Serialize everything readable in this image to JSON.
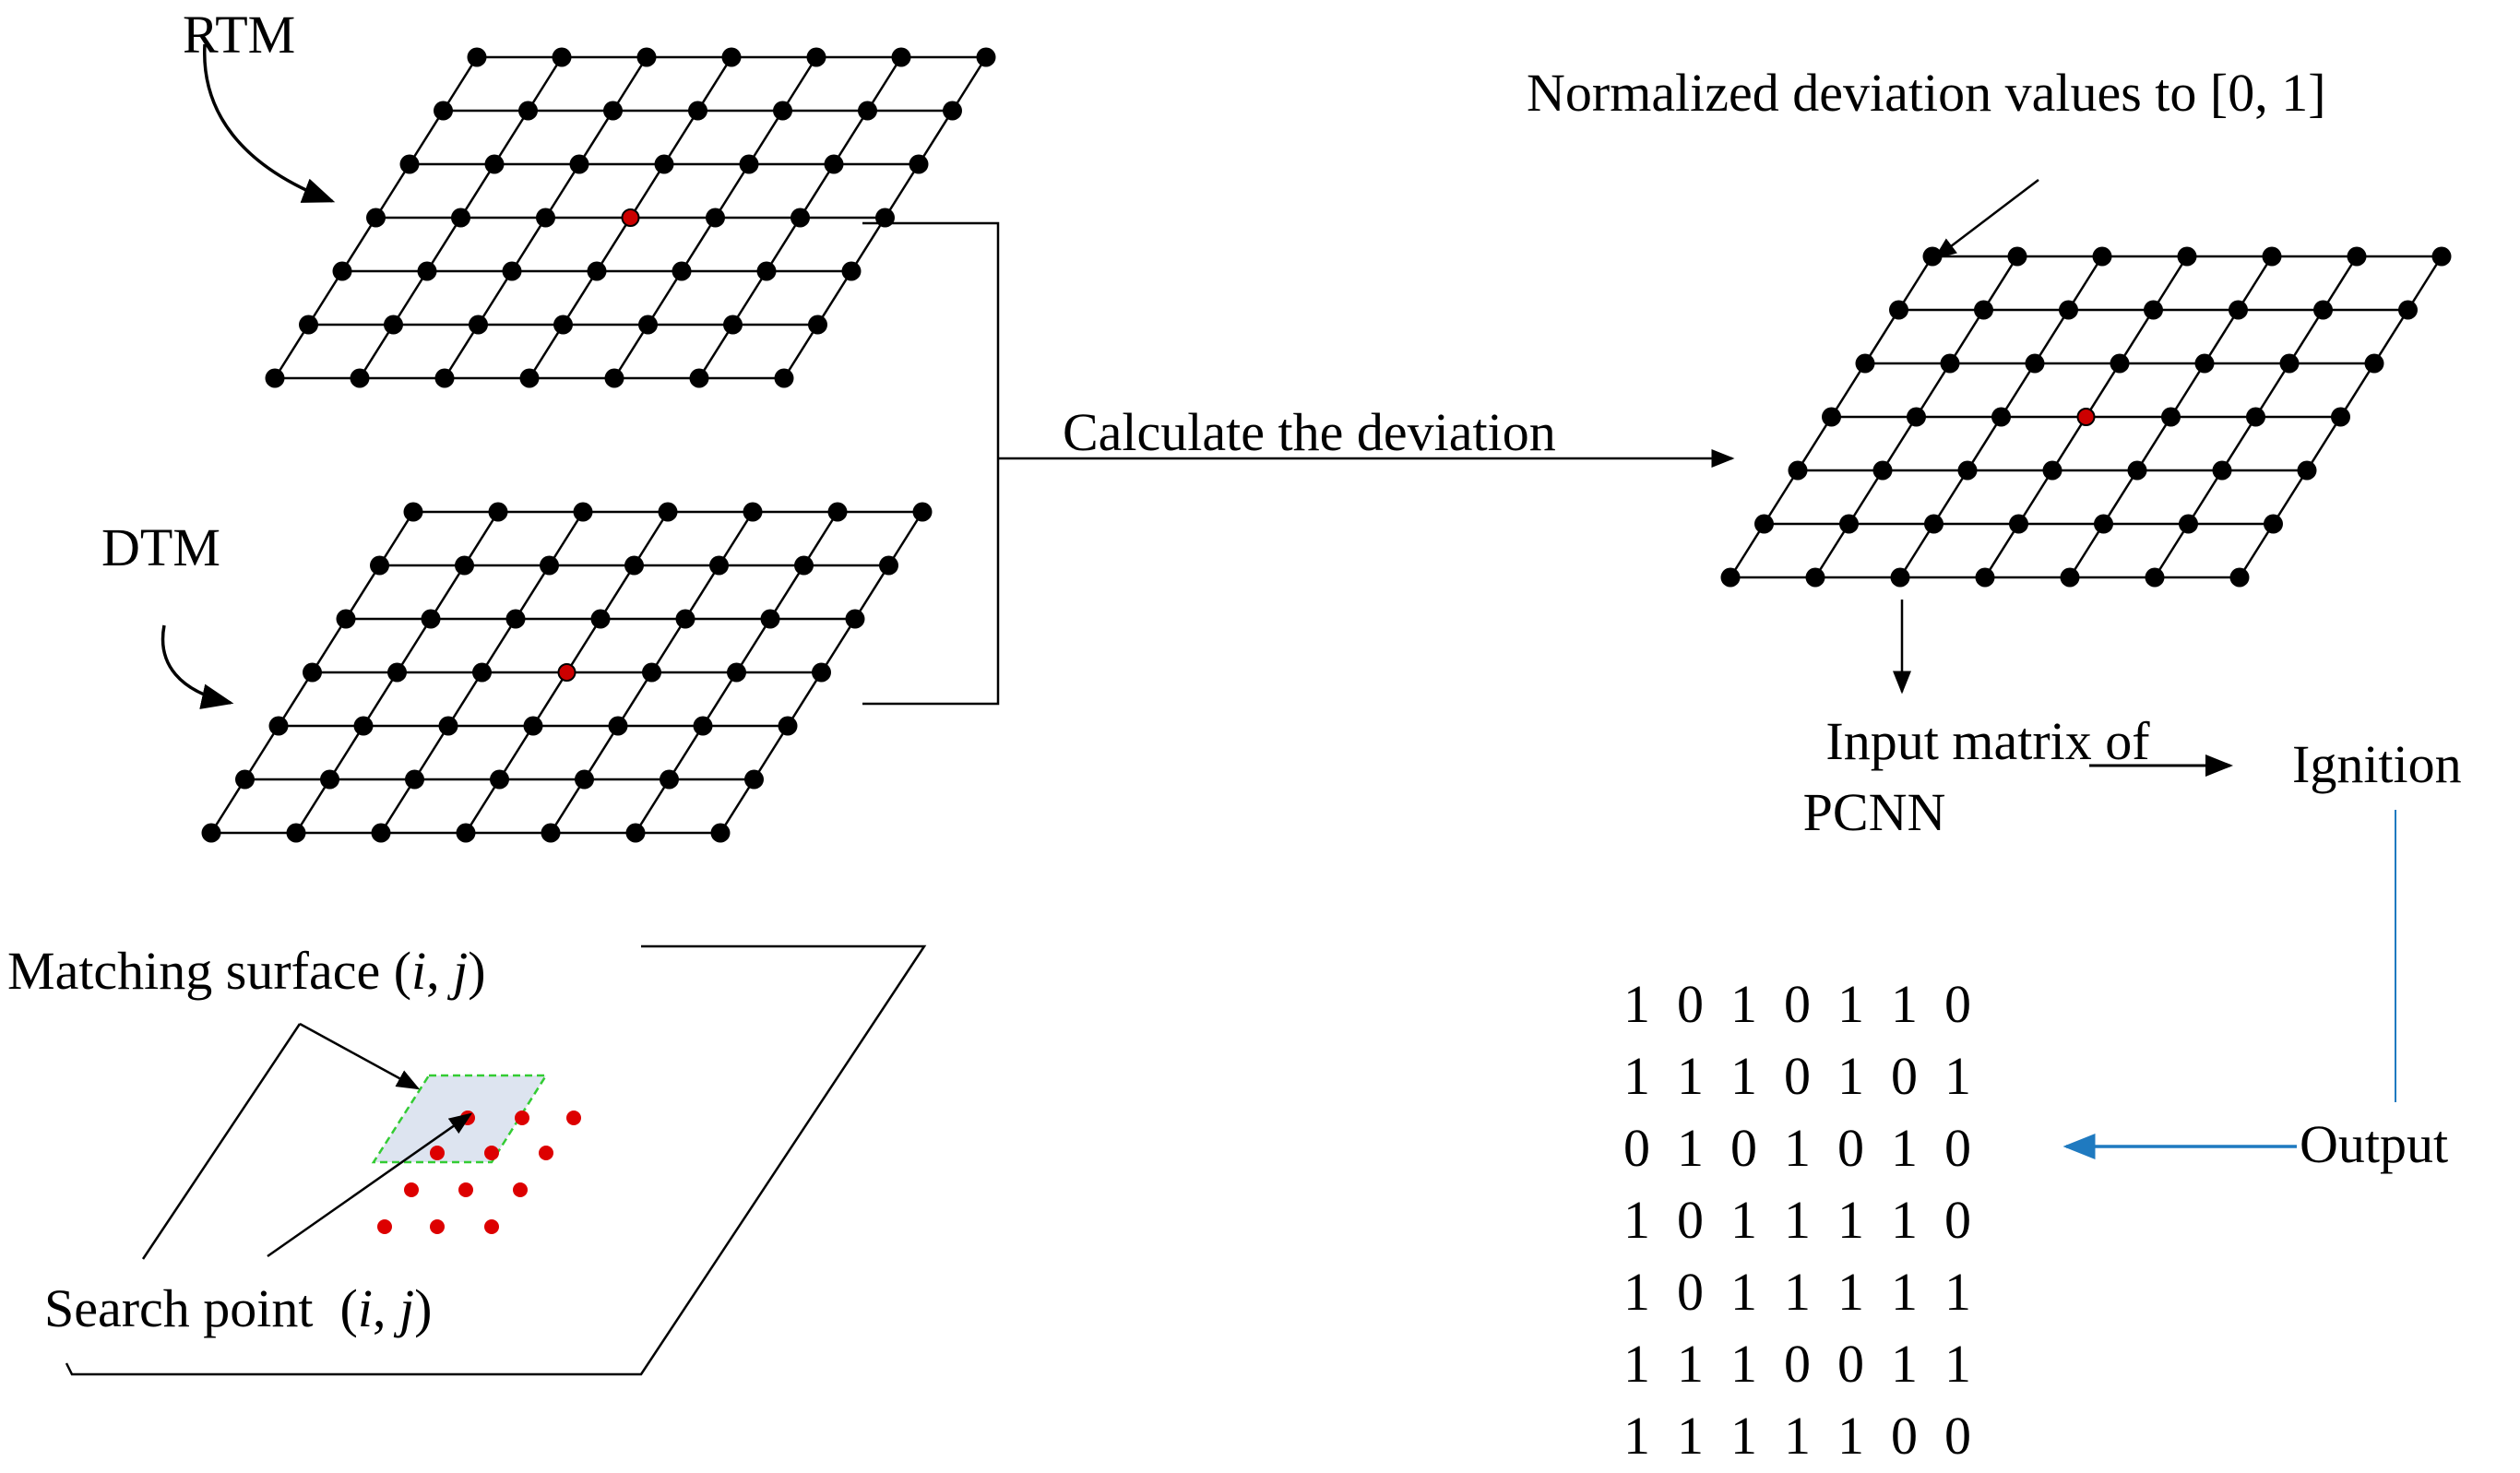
{
  "labels": {
    "rtm": "RTM",
    "dtm": "DTM",
    "calculate": "Calculate the deviation",
    "normalized": "Normalized deviation values to [0, 1]",
    "input_line1": "Input matrix of",
    "input_line2": "PCNN",
    "ignition": "Ignition",
    "output": "Output",
    "matching_text": "Matching surface (",
    "search_text": "Search point  (",
    "coord_i": "i",
    "coord_sep": ", ",
    "coord_j": "j",
    "coord_close": ")"
  },
  "matrix": [
    "1  0  1  0  1  1  0",
    "1  1  1  0  1  0  1",
    "0  1  0  1  0  1  0",
    "1  0  1  1  1  1  0",
    "1  0  1  1  1  1  1",
    "1  1  1  0  0  1  1",
    "1  1  1  1  1  0  0"
  ],
  "colors": {
    "node": "#000000",
    "highlight_node": "#cc0000",
    "search_points": "#dd0000",
    "matching_fill": "#dde4f0",
    "matching_border": "#33cc33",
    "feedback_arrow": "#1f7ac0"
  }
}
